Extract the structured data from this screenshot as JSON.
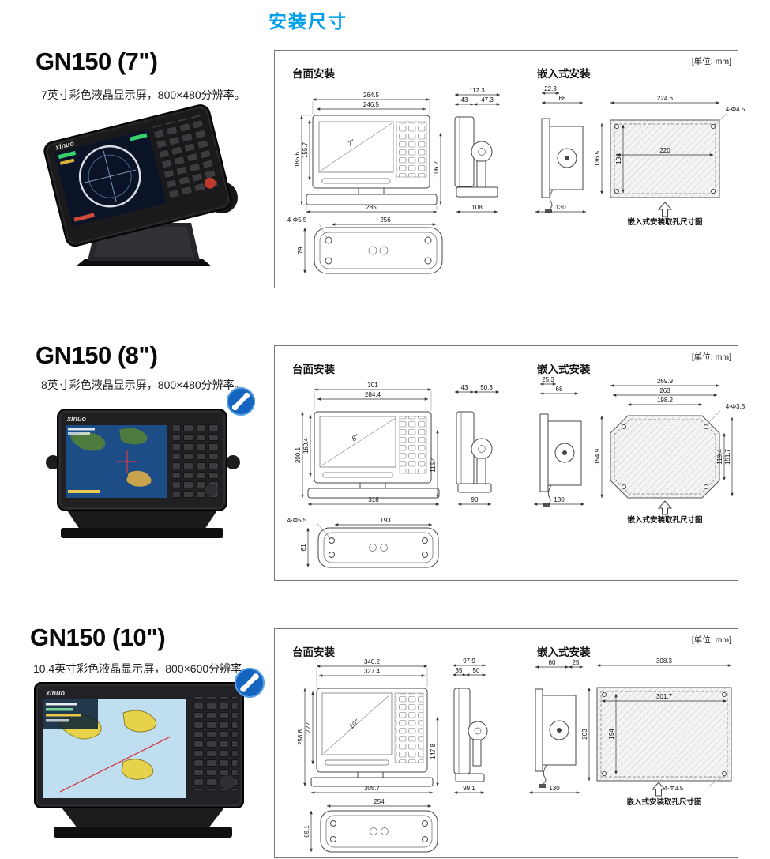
{
  "page": {
    "title": "安装尺寸"
  },
  "sections": [
    {
      "model": "GN150 (7\")",
      "description": "7英寸彩色液晶显示屏，800×480分辨率。",
      "brand": "xinuo",
      "panel": {
        "desktop_mount_label": "台面安装",
        "flush_mount_label": "嵌入式安装",
        "unit_label": "[单位: mm]",
        "cutout_caption": "嵌入式安装取孔尺寸图",
        "screen_diag": "7\""
      },
      "dims": {
        "front_width_outer": "264.5",
        "front_width_inner": "246.5",
        "front_height_outer": "185.6",
        "front_height_inner": "155.7",
        "front_height_right": "106.2",
        "base_width": "285",
        "side_depth_total": "112.3",
        "side_depth_a": "43",
        "side_depth_b": "47.3",
        "side_base": "108",
        "flush_depth_a": "22.3",
        "flush_depth_b": "68",
        "flush_base": "130",
        "cutout_width": "224.6",
        "cutout_width_inner": "220",
        "cutout_height_a": "136.5",
        "cutout_height_b": "138",
        "cutout_holes": "4-Φ4.5",
        "bracket_holes": "4-Φ5.5",
        "bracket_width": "256",
        "bracket_height": "79"
      }
    },
    {
      "model": "GN150 (8\")",
      "description": "8英寸彩色液晶显示屏，800×480分辨率。",
      "brand": "xinuo",
      "panel": {
        "desktop_mount_label": "台面安装",
        "flush_mount_label": "嵌入式安装",
        "unit_label": "[单位: mm]",
        "cutout_caption": "嵌入式安装取孔尺寸图",
        "screen_diag": "8\""
      },
      "dims": {
        "front_width_outer": "301",
        "front_width_inner": "284.4",
        "front_height_outer": "200.1",
        "front_height_inner": "169.4",
        "front_height_right": "115.4",
        "base_width": "318",
        "side_depth_a": "43",
        "side_depth_b": "50.3",
        "side_base": "90",
        "flush_depth_a": "25.3",
        "flush_depth_b": "68",
        "flush_base": "130",
        "cutout_width": "269.9",
        "cutout_width_mid": "263",
        "cutout_width_inner": "198.2",
        "cutout_height_left": "154.9",
        "cutout_height_a": "119.4",
        "cutout_height_b": "151.7",
        "cutout_holes": "4-Φ3.5",
        "bracket_holes": "4-Φ5.5",
        "bracket_width": "193",
        "bracket_height": "61"
      }
    },
    {
      "model": "GN150 (10\")",
      "description": "10.4英寸彩色液晶显示屏，800×600分辨率。",
      "brand": "xinuo",
      "panel": {
        "desktop_mount_label": "台面安装",
        "flush_mount_label": "嵌入式安装",
        "unit_label": "[单位: mm]",
        "cutout_caption": "嵌入式安装取孔尺寸图",
        "screen_diag": "10\""
      },
      "dims": {
        "front_width_outer": "340.2",
        "front_width_inner": "327.4",
        "front_height_outer": "258.8",
        "front_height_inner": "222",
        "front_height_right": "147.8",
        "base_width": "305.7",
        "side_depth_total": "97.9",
        "side_depth_a": "35",
        "side_depth_b": "50",
        "side_base": "99.1",
        "flush_depth_a": "60",
        "flush_depth_b": "25",
        "flush_base": "130",
        "cutout_width": "308.3",
        "cutout_width_inner": "301.7",
        "cutout_height_outer": "203",
        "cutout_height_inner": "194",
        "cutout_holes": "4-Φ3.5",
        "bracket_width": "254",
        "bracket_height": "69.1"
      }
    }
  ]
}
